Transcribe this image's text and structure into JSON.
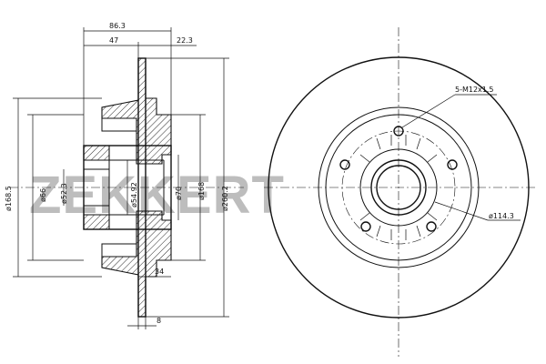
{
  "watermark": {
    "text": "ZEKKERT"
  },
  "side_view": {
    "dims_horizontal": {
      "total_width": "86.3",
      "hub_width": "47",
      "offset": "22.3",
      "flange": "34",
      "disc_thickness": "8"
    },
    "dims_vertical": {
      "d1": "ø168.5",
      "d2": "ø66",
      "d3": "ø52.3",
      "d4": "ø54.92",
      "d5": "ø70",
      "d6": "ø168",
      "d7": "ø260.2"
    }
  },
  "front_view": {
    "bolt_callout": "5-M12x1.5",
    "pcd_callout": "ø114.3"
  },
  "colors": {
    "line": "#111111",
    "watermark": "#bdbdbd",
    "background": "#ffffff"
  }
}
